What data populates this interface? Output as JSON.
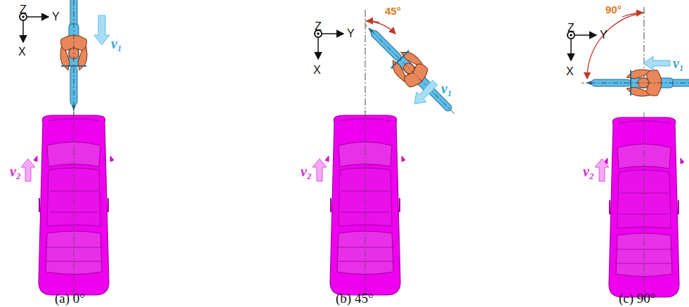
{
  "diagram": {
    "labels": [
      "Z",
      "Y",
      "X",
      "v₁",
      "v₂",
      "(a) 0°",
      "Z",
      "Y",
      "X",
      "45°",
      "v₁",
      "v₂",
      "(b) 45°",
      "Z",
      "Y",
      "X",
      "90°",
      "v₁",
      "v₂",
      "(c) 90°"
    ]
  }
}
